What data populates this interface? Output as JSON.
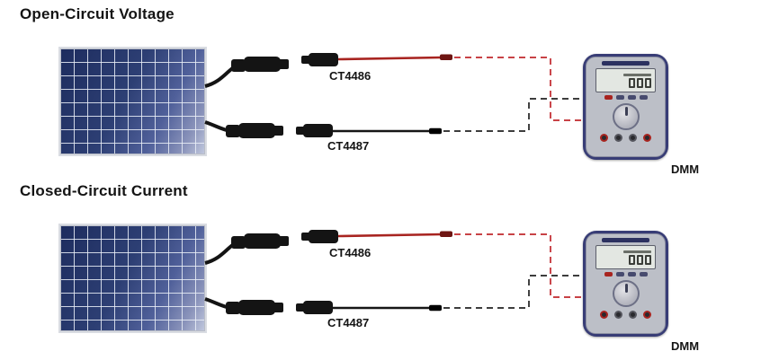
{
  "page": {
    "background": "#ffffff"
  },
  "sections": [
    {
      "title": "Open-Circuit Voltage",
      "top_lead_label": "CT4486",
      "bottom_lead_label": "CT4487",
      "meter_label": "DMM"
    },
    {
      "title": "Closed-Circuit Current",
      "top_lead_label": "CT4486",
      "bottom_lead_label": "CT4487",
      "meter_label": "DMM"
    }
  ],
  "colors": {
    "red_lead": "#a82420",
    "red_dashed": "#c1272d",
    "black_lead": "#161616",
    "panel_blue": "#2d3f74",
    "dmm_trim": "#383d76"
  }
}
